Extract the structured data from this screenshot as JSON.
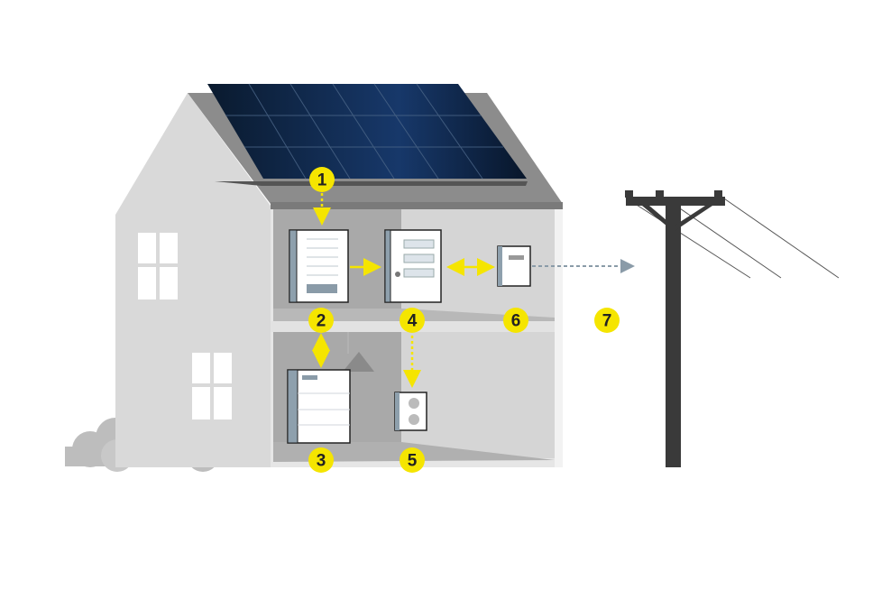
{
  "colors": {
    "badge": "#f5e500",
    "arrow": "#f5e500",
    "grid_line": "#8a9ba8",
    "pole": "#3a3a3a"
  },
  "badges": [
    {
      "number": "1",
      "component": "solar-panels"
    },
    {
      "number": "2",
      "component": "inverter"
    },
    {
      "number": "3",
      "component": "battery"
    },
    {
      "number": "4",
      "component": "distribution-board"
    },
    {
      "number": "5",
      "component": "power-outlet"
    },
    {
      "number": "6",
      "component": "meter"
    },
    {
      "number": "7",
      "component": "grid"
    }
  ]
}
